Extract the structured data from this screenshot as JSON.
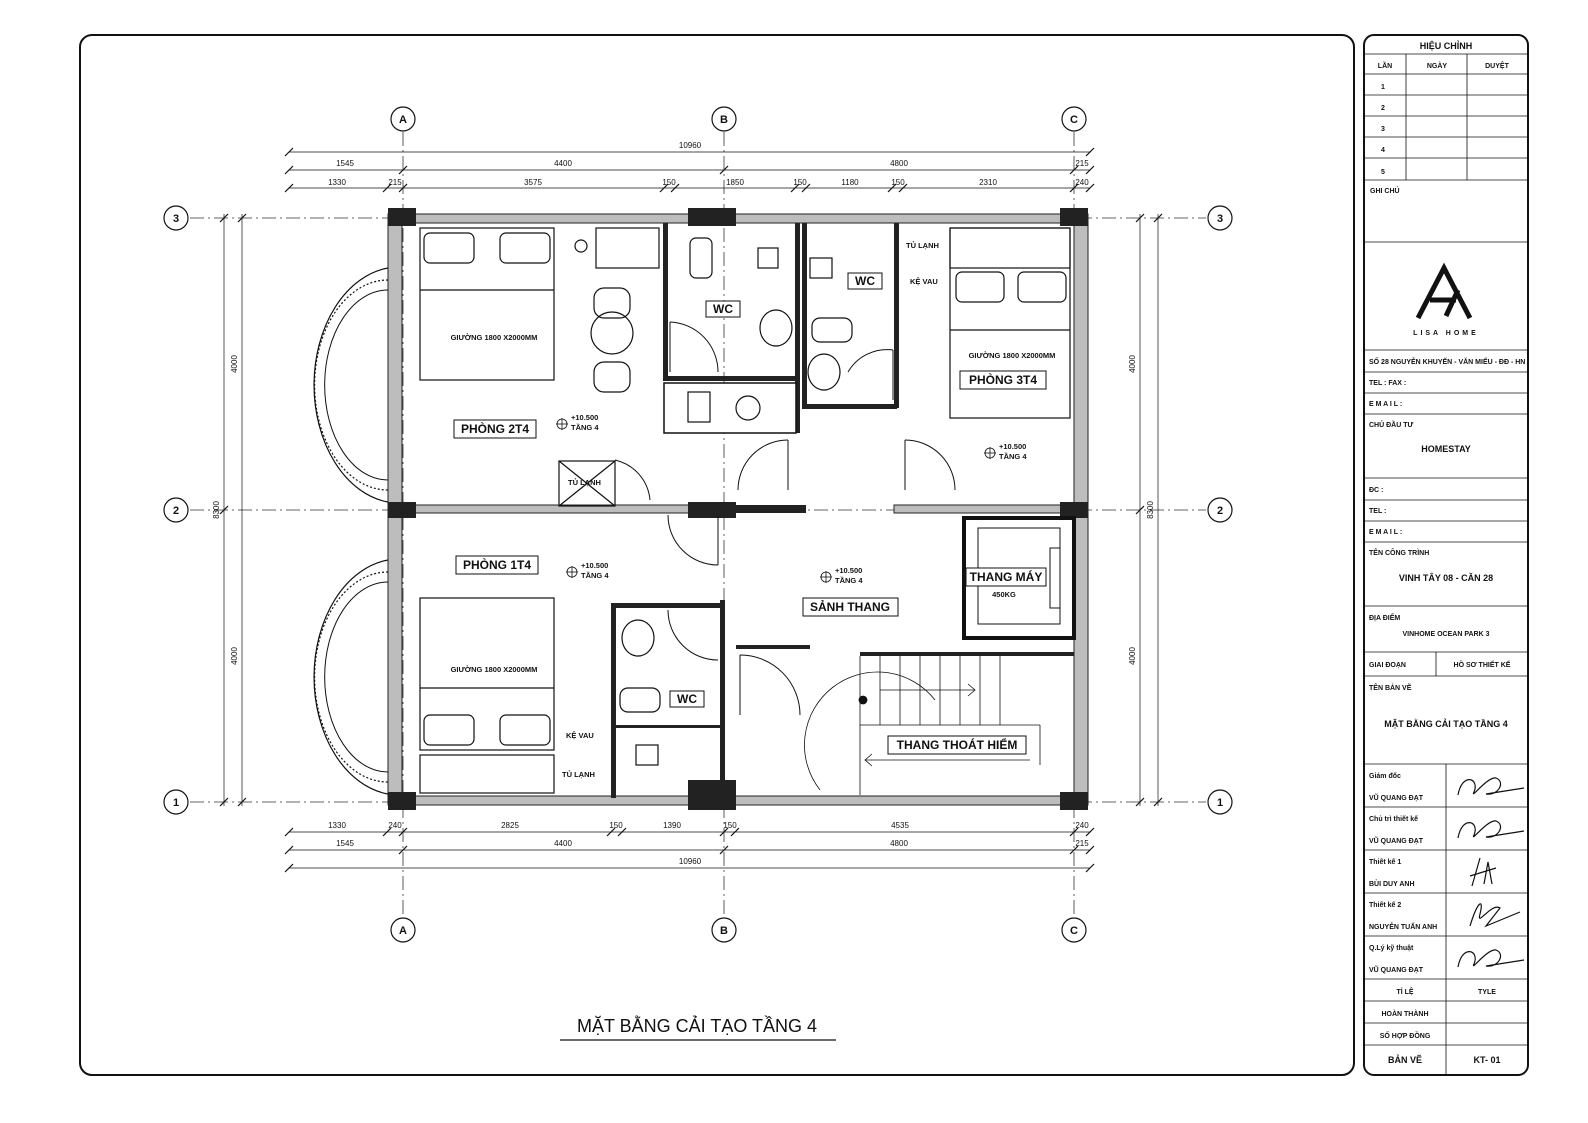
{
  "drawing": {
    "title": "MẶT BẰNG CẢI TẠO TẦNG 4",
    "grid_cols": [
      "A",
      "B",
      "C"
    ],
    "grid_rows": [
      "3",
      "2",
      "1"
    ],
    "dims_top_total": "10960",
    "dims_top_mid": [
      "1545",
      "4400",
      "4800",
      "215"
    ],
    "dims_top_detail": [
      "1330",
      "215",
      "3575",
      "150",
      "1850",
      "150",
      "1180",
      "150",
      "2310",
      "240"
    ],
    "dims_bottom_detail": [
      "1330",
      "240",
      "2825",
      "150",
      "1390",
      "150",
      "4535",
      "240"
    ],
    "dims_bottom_mid": [
      "1545",
      "4400",
      "4800",
      "215"
    ],
    "dims_bottom_total": "10960",
    "dims_left": [
      "4000",
      "8300",
      "4000"
    ],
    "dims_right": [
      "4000",
      "8300",
      "4000"
    ],
    "rooms": {
      "p2": "PHÒNG 2T4",
      "p3": "PHÒNG 3T4",
      "p1": "PHÒNG 1T4",
      "lobby": "SẢNH THANG",
      "elevator": "THANG MÁY",
      "elevator_cap": "450KG",
      "stair": "THANG THOÁT HIỂM",
      "wc": "WC"
    },
    "labels": {
      "bed": "GIƯỜNG 1800 X2000MM",
      "fridge": "TỦ LẠNH",
      "shelf": "KỆ VAU",
      "level_value": "+10.500",
      "level_floor": "TẦNG 4"
    }
  },
  "title_block": {
    "revision_header": "HIỆU CHỈNH",
    "rev_cols": [
      "LẦN",
      "NGÀY",
      "DUYỆT"
    ],
    "rev_rows": [
      "1",
      "2",
      "3",
      "4",
      "5"
    ],
    "note_label": "GHI CHÚ",
    "logo_text": "LISA HOME",
    "address": "SỐ 28 NGUYỄN KHUYẾN - VĂN MIẾU - ĐĐ - HN",
    "tel_fax": "TEL :          FAX :",
    "email": "E M A I L :",
    "investor_label": "CHỦ ĐẦU TƯ",
    "investor": "HOMESTAY",
    "dc": "ĐC :",
    "tel2": "TEL :",
    "email2": "E M A I L :",
    "project_label": "TÊN CÔNG TRÌNH",
    "project": "VINH TÂY 08 - CĂN 28",
    "location_label": "ĐỊA ĐIỂM",
    "location": "VINHOME OCEAN PARK 3",
    "phase_label": "GIAI ĐOẠN",
    "phase": "HỒ SƠ THIẾT KẾ",
    "sheet_name_label": "TÊN BẢN VẼ",
    "sheet_name": "MẶT BẰNG CẢI TẠO TẦNG 4",
    "people": [
      {
        "role": "Giám đốc",
        "name": "VŨ QUANG ĐẠT"
      },
      {
        "role": "Chủ trì thiết kế",
        "name": "VŨ QUANG ĐẠT"
      },
      {
        "role": "Thiết kế 1",
        "name": "BÙI DUY ANH"
      },
      {
        "role": "Thiết kế 2",
        "name": "NGUYỄN TUẤN ANH"
      },
      {
        "role": "Q.Lý kỹ thuật",
        "name": "VŨ QUANG ĐẠT"
      }
    ],
    "scale_label": "TỈ LỆ",
    "scale": "TYLE",
    "done_label": "HOÀN THÀNH",
    "contract_label": "SỐ HỢP ĐỒNG",
    "sheet_label": "BẢN VẼ",
    "sheet_no": "KT- 01"
  }
}
